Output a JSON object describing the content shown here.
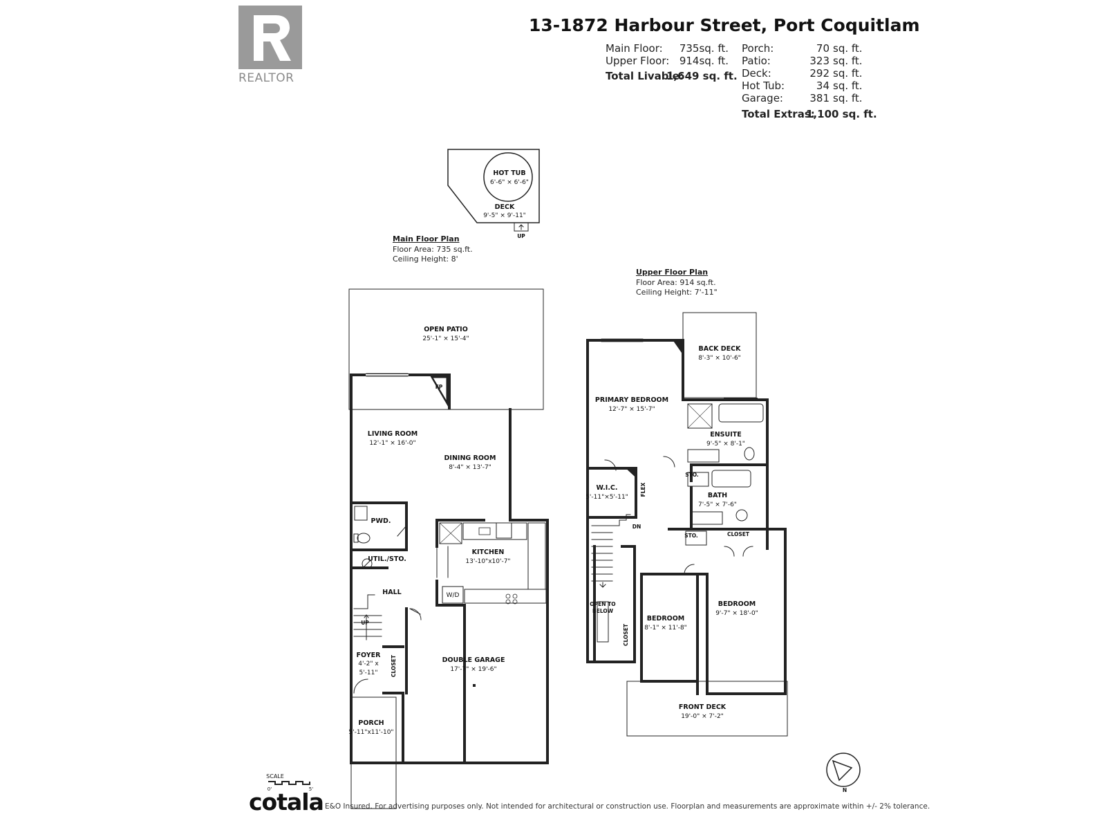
{
  "header": {
    "logo_text": "REALTOR",
    "address": "13-1872 Harbour Street, Port Coquitlam",
    "left_stats": [
      {
        "label": "Main Floor:",
        "value": "735sq. ft."
      },
      {
        "label": "Upper Floor:",
        "value": "914sq. ft."
      }
    ],
    "total_livable_label": "Total Livable:",
    "total_livable_value": "1,649 sq. ft.",
    "right_stats": [
      {
        "label": "Porch:",
        "value": "70",
        "unit": "sq. ft."
      },
      {
        "label": "Patio:",
        "value": "323",
        "unit": "sq. ft."
      },
      {
        "label": "Deck:",
        "value": "292",
        "unit": "sq. ft."
      },
      {
        "label": "Hot Tub:",
        "value": "34",
        "unit": "sq. ft."
      },
      {
        "label": "Garage:",
        "value": "381",
        "unit": "sq. ft."
      }
    ],
    "total_extras_label": "Total Extras:",
    "total_extras_value": "1,100 sq. ft."
  },
  "main_plan": {
    "title": "Main Floor Plan",
    "area": "Floor Area: 735 sq.ft.",
    "ceiling": "Ceiling Height: 8'"
  },
  "upper_plan": {
    "title": "Upper Floor Plan",
    "area": "Floor Area: 914 sq.ft.",
    "ceiling": "Ceiling Height: 7'-11\""
  },
  "rooms": {
    "hot_tub": {
      "name": "HOT TUB",
      "dim": "6'-6\" × 6'-6\""
    },
    "deck": {
      "name": "DECK",
      "dim": "9'-5\" × 9'-11\""
    },
    "up_small": "UP",
    "open_patio": {
      "name": "OPEN PATIO",
      "dim": "25'-1\" × 15'-4\""
    },
    "fp": "FP",
    "living": {
      "name": "LIVING ROOM",
      "dim": "12'-1\" × 16'-0\""
    },
    "dining": {
      "name": "DINING ROOM",
      "dim": "8'-4\" × 13'-7\""
    },
    "pwd": "PWD.",
    "util": "UTIL./STO.",
    "kitchen": {
      "name": "KITCHEN",
      "dim": "13'-10\"x10'-7\""
    },
    "wd": "W/D",
    "hall": "HALL",
    "up_stair": "UP",
    "foyer": {
      "name": "FOYER",
      "dim1": "4'-2\" x",
      "dim2": "5'-11\""
    },
    "closet_foyer": "CLOSET",
    "garage": {
      "name": "DOUBLE GARAGE",
      "dim": "17'-7\" × 19'-6\""
    },
    "porch": {
      "name": "PORCH",
      "dim": "5'-11\"x11'-10\""
    },
    "back_deck": {
      "name": "BACK DECK",
      "dim": "8'-3\" × 10'-6\""
    },
    "primary": {
      "name": "PRIMARY BEDROOM",
      "dim": "12'-7\" × 15'-7\""
    },
    "ensuite": {
      "name": "ENSUITE",
      "dim": "9'-5\" × 8'-1\""
    },
    "sto1": "STO.",
    "sto2": "STO.",
    "bath": {
      "name": "BATH",
      "dim": "7'-5\" × 7'-6\""
    },
    "wic": {
      "name": "W.I.C.",
      "dim": "5'-11\"×5'-11\""
    },
    "flex": "FLEX",
    "dn": "DN",
    "closet_upper": "CLOSET",
    "open_below1": "OPEN TO",
    "open_below2": "BELOW",
    "closet_bed2": "CLOSET",
    "bed2": {
      "name": "BEDROOM",
      "dim": "8'-1\" × 11'-8\""
    },
    "bed3": {
      "name": "BEDROOM",
      "dim": "9'-7\" × 18'-0\""
    },
    "front_deck": {
      "name": "FRONT DECK",
      "dim": "19'-0\" × 7'-2\""
    }
  },
  "scale": {
    "label": "SCALE",
    "start": "0'",
    "end": "5'"
  },
  "compass": "N",
  "footer": {
    "brand": "cotala",
    "disclaimer": "E&O Insured. For advertising purposes only. Not intended for architectural or construction use. Floorplan and measurements are approximate within +/- 2% tolerance."
  }
}
